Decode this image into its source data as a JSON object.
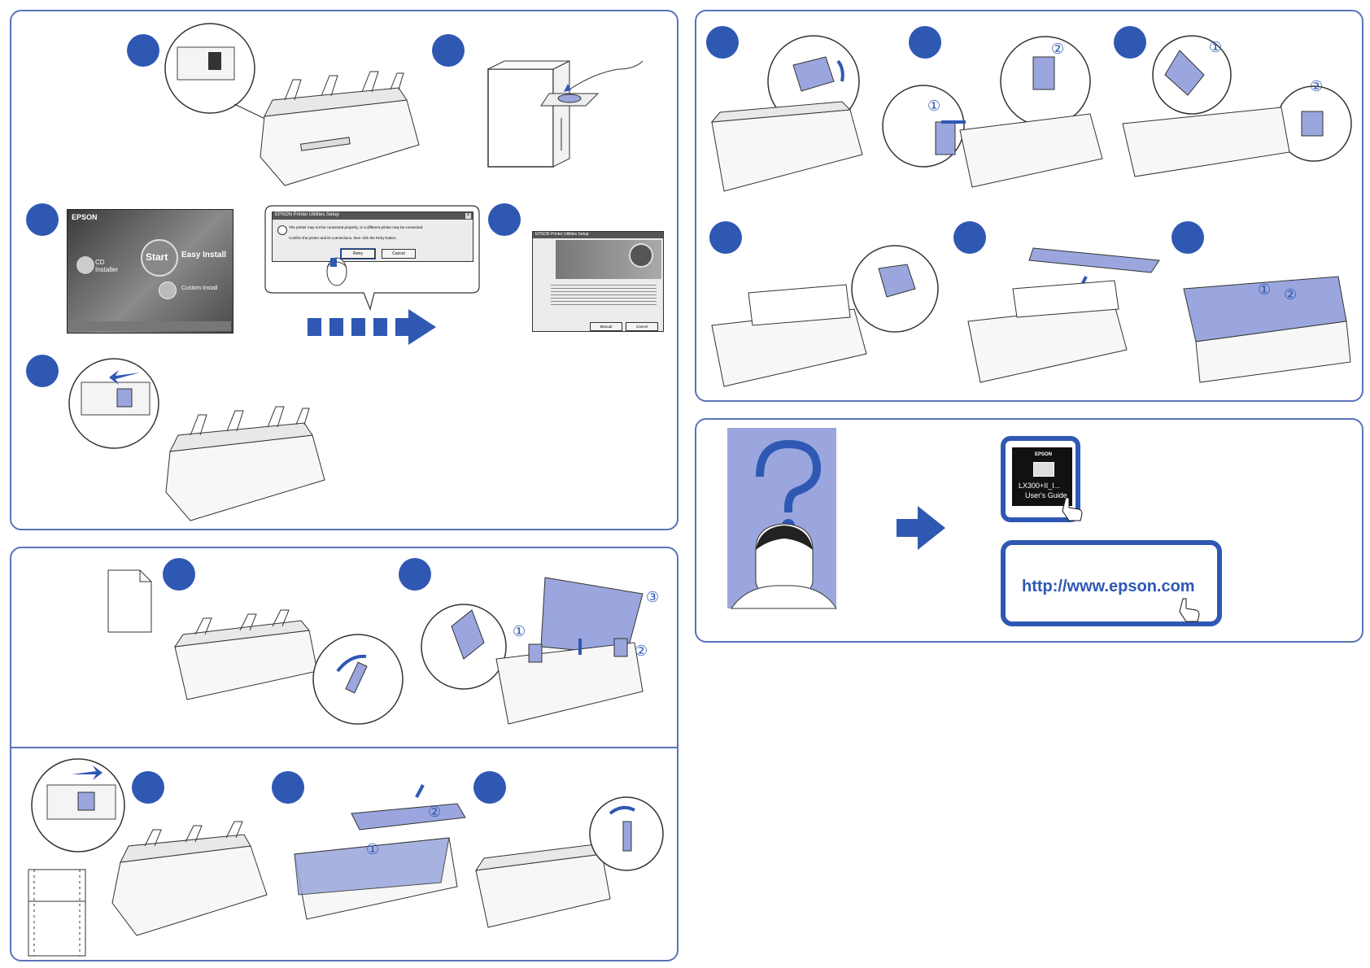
{
  "colors": {
    "accent": "#2f58b3",
    "panel_border": "#5a73b8",
    "illustration_fill": "#9aa6dd"
  },
  "installer": {
    "brand": "EPSON",
    "cd_label": "CD Installer",
    "start_label": "Start",
    "easy_install_label": "Easy Install",
    "custom_install_label": "Custom Install"
  },
  "dialog_retry": {
    "title": "EPSON Printer Utilities Setup",
    "message_1": "The printer may not be connected properly, or a different printer may be connected.",
    "message_2": "Confirm the printer and its connections, then click the Retry button.",
    "retry_label": "Retry",
    "cancel_label": "Cancel"
  },
  "dialog_manual": {
    "title": "EPSON Printer Utilities Setup",
    "manual_label": "Manual",
    "cancel_label": "Cancel"
  },
  "step_marks": {
    "one": "①",
    "two": "②",
    "three": "③"
  },
  "help": {
    "guide_brand": "EPSON",
    "guide_title": "LX300+II_I...",
    "guide_subtitle": "User's Guide",
    "url": "http://www.epson.com"
  }
}
